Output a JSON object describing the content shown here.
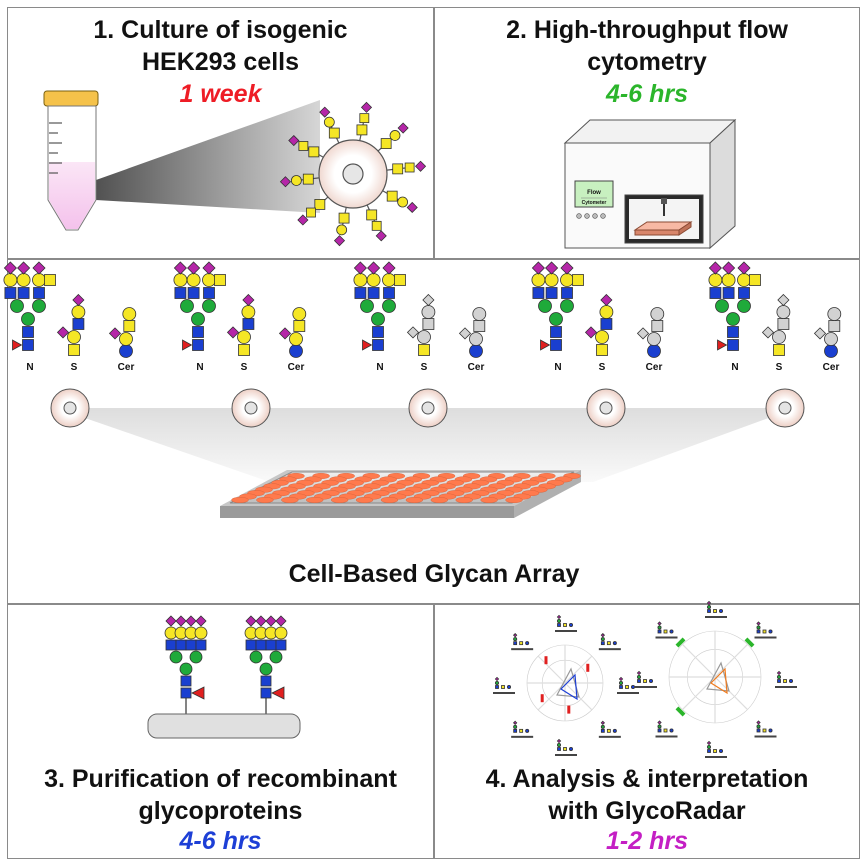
{
  "panels": {
    "culture": {
      "title_line1": "1. Culture of isogenic",
      "title_line2": "HEK293 cells",
      "duration": "1 week",
      "duration_color": "#ee1c25"
    },
    "flow": {
      "title_line1": "2. High-throughput flow",
      "title_line2": "cytometry",
      "duration": "4-6 hrs",
      "duration_color": "#2bb52b",
      "instrument_label": "Flow",
      "instrument_sublabel": "Cytometer"
    },
    "array": {
      "title": "Cell-Based Glycan Array",
      "classes": [
        "N",
        "S",
        "Cer"
      ]
    },
    "purification": {
      "title_line1": "3. Purification of recombinant",
      "title_line2": "glycoproteins",
      "duration": "4-6 hrs",
      "duration_color": "#1d3fd6"
    },
    "analysis": {
      "title_line1": "4. Analysis & interpretation",
      "title_line2": "with GlycoRadar",
      "duration": "1-2 hrs",
      "duration_color": "#c41fc4"
    }
  },
  "colors": {
    "glcnac": "#1a3fd0",
    "man": "#1faa3a",
    "gal": "#f5e625",
    "sia": "#b526a8",
    "fuc": "#e02020",
    "well": "#ff7a4d",
    "grey": "#d2d2d2"
  },
  "icons": [
    "falcon-tube-icon",
    "cell-icon",
    "flow-cytometer-icon",
    "well-plate-icon",
    "glycan-icon",
    "radar-chart-icon"
  ]
}
